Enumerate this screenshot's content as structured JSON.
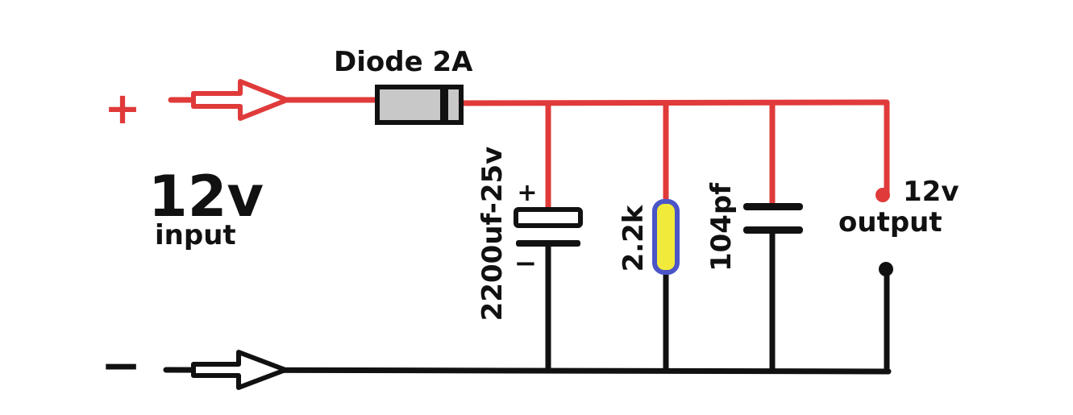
{
  "diagram": {
    "polarity": {
      "plus": "+",
      "minus": "−"
    },
    "input": {
      "voltage": "12v",
      "label": "input"
    },
    "diode": {
      "label": "Diode 2A"
    },
    "capacitor_electrolytic": {
      "label": "2200uf-25v",
      "plus": "+",
      "minus": "−"
    },
    "resistor": {
      "label": "2.2k"
    },
    "capacitor_ceramic": {
      "label": "104pf"
    },
    "output": {
      "voltage": "12v",
      "label": "output"
    }
  },
  "colors": {
    "positive_wire": "#e03a3a",
    "negative_wire": "#111111",
    "diode_body": "#c8c8c8",
    "resistor_body": "#f2ea3b",
    "resistor_outline": "#4b55c8"
  }
}
